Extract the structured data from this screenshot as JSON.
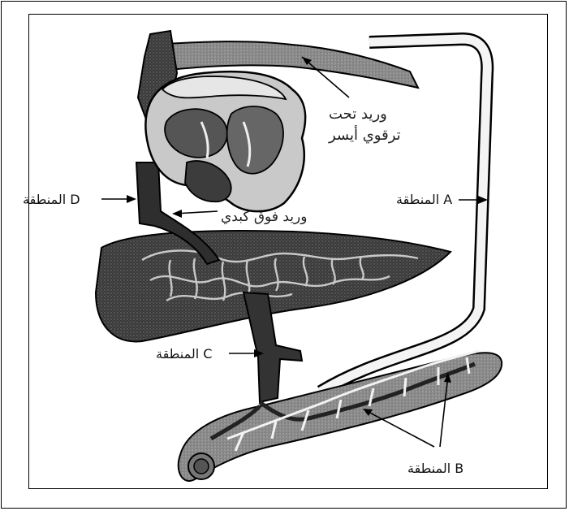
{
  "labels": {
    "region_a": "المنطقة A",
    "region_b": "المنطقة B",
    "region_c": "المنطقة C",
    "region_d": "المنطقة D",
    "subclavian_line1": "وريد تحت",
    "subclavian_line2": "ترقوي أيسر",
    "hepatic_vein": "وريد فوق كبدي"
  }
}
